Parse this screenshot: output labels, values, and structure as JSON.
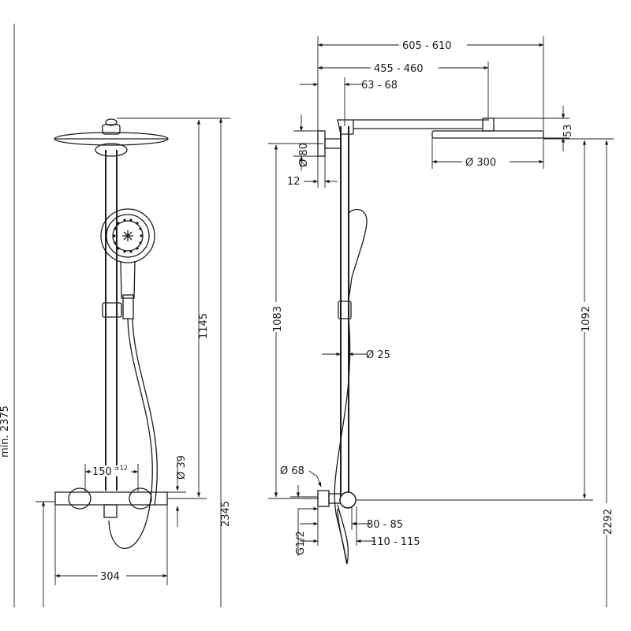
{
  "dimensions": {
    "front": {
      "min_height": "min. 2375",
      "height_1145": "1145",
      "height_2345": "2345",
      "spacing_150": "150",
      "spacing_tolerance": "±12",
      "diameter_39": "Ø 39",
      "width_304": "304"
    },
    "side": {
      "reach_605_610": "605 - 610",
      "reach_455_460": "455 - 460",
      "offset_63_68": "63 - 68",
      "diameter_80": "Ø 80",
      "wall_12": "12",
      "head_53": "53",
      "head_diameter_300": "Ø 300",
      "height_1083": "1083",
      "height_1092": "1092",
      "height_2292": "2292",
      "rail_diameter_25": "Ø 25",
      "diameter_68": "Ø 68",
      "thread_g12": "G1/2",
      "depth_80_85": "80 - 85",
      "depth_110_115": "110 - 115"
    }
  }
}
